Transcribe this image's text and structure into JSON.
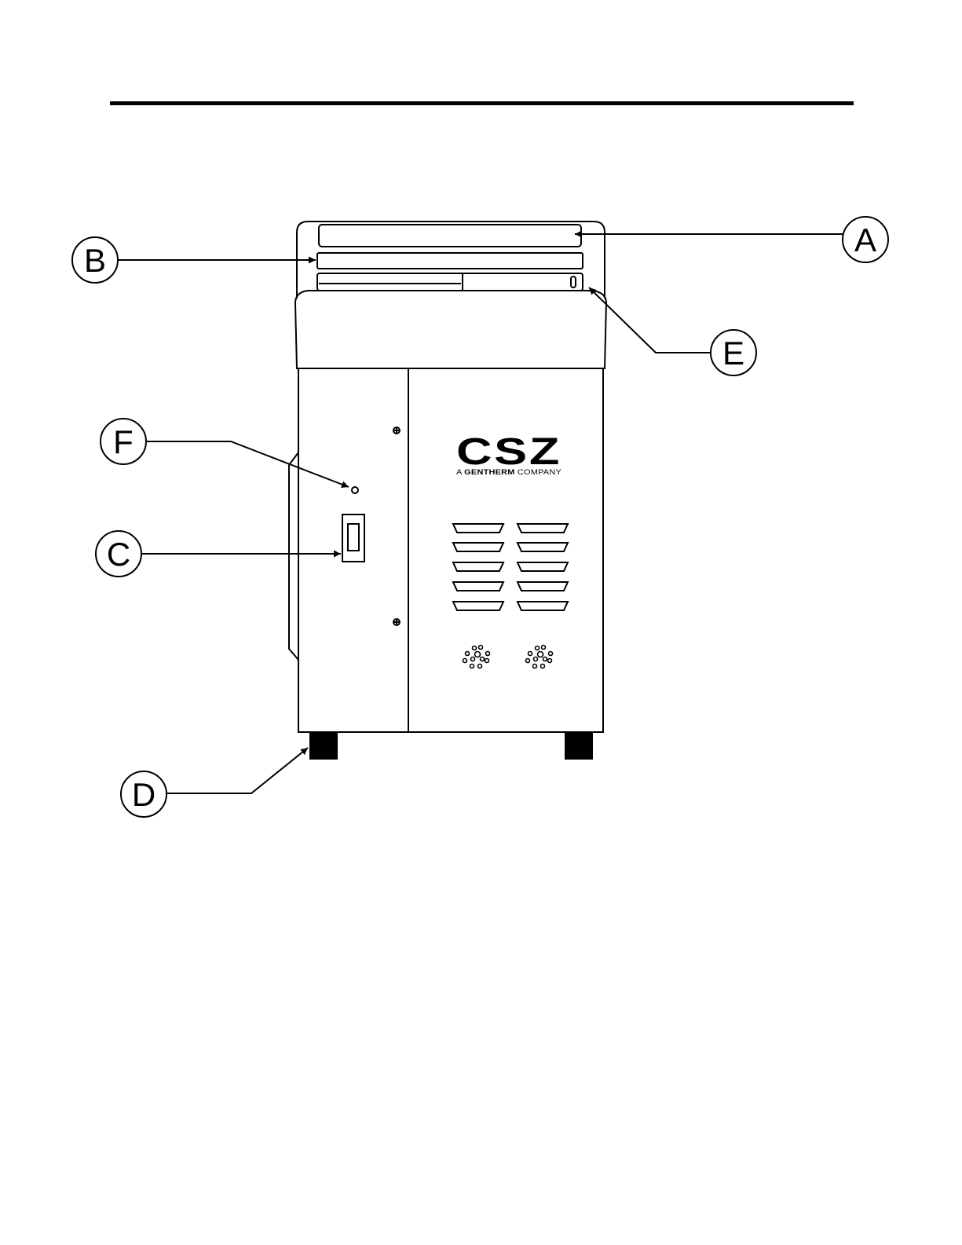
{
  "logo": {
    "main": "CSZ",
    "sub_prefix": "A ",
    "sub_bold": "GENTHERM",
    "sub_suffix": " COMPANY"
  },
  "callouts": [
    {
      "id": "A",
      "label": "A"
    },
    {
      "id": "B",
      "label": "B"
    },
    {
      "id": "C",
      "label": "C"
    },
    {
      "id": "D",
      "label": "D"
    },
    {
      "id": "E",
      "label": "E"
    },
    {
      "id": "F",
      "label": "F"
    }
  ],
  "colors": {
    "line": "#000000",
    "background": "#ffffff"
  }
}
